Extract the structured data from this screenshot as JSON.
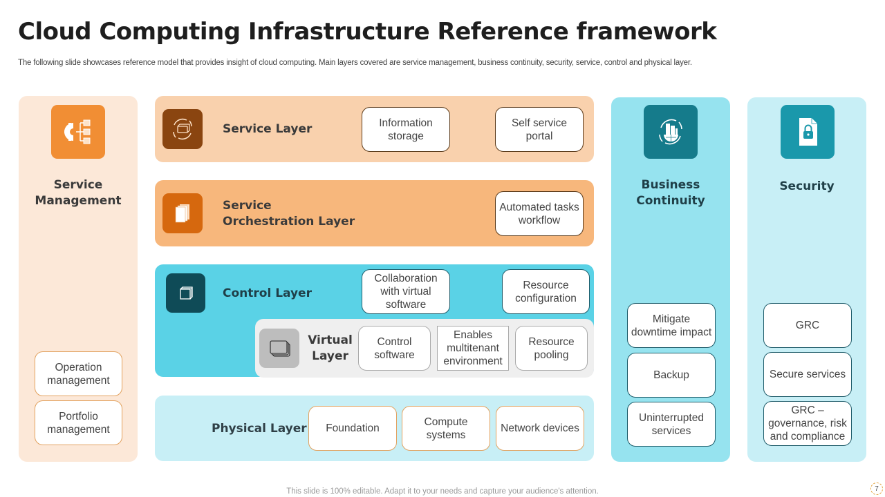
{
  "title": "Cloud Computing Infrastructure Reference framework",
  "subtitle": "The following slide showcases reference model that provides insight of cloud computing. Main layers covered are service management, business continuity, security, service, control and physical layer.",
  "service_management": {
    "heading_line1": "Service",
    "heading_line2": "Management",
    "icon": "gear-hierarchy-icon",
    "items": [
      "Operation management",
      "Portfolio management"
    ]
  },
  "service_layer": {
    "heading": "Service Layer",
    "icon": "cycle-box-icon",
    "items": [
      "Information storage",
      "Self service portal"
    ]
  },
  "orchestration_layer": {
    "heading_line1": "Service",
    "heading_line2": "Orchestration Layer",
    "icon": "documents-stack-icon",
    "items": [
      "Automated tasks workflow"
    ]
  },
  "control_layer": {
    "heading": "Control Layer",
    "icon": "layers-icon",
    "items": [
      "Collaboration with virtual software",
      "Resource configuration"
    ]
  },
  "virtual_layer": {
    "heading_line1": "Virtual",
    "heading_line2": "Layer",
    "icon": "stacked-cards-icon",
    "items": [
      "Control software",
      "Enables multitenant environment",
      "Resource pooling"
    ]
  },
  "physical_layer": {
    "heading": "Physical Layer",
    "items": [
      "Foundation",
      "Compute systems",
      "Network devices"
    ]
  },
  "business_continuity": {
    "heading_line1": "Business",
    "heading_line2": "Continuity",
    "icon": "building-cycle-icon",
    "items": [
      "Mitigate downtime impact",
      "Backup",
      "Uninterrupted services"
    ]
  },
  "security": {
    "heading": "Security",
    "icon": "document-lock-icon",
    "items": [
      "GRC",
      "Secure services",
      "GRC – governance, risk and compliance"
    ]
  },
  "footer": "This slide is 100% editable. Adapt it to your needs and capture your audience's attention.",
  "page_number": "7",
  "colors": {
    "orange": "#f18e34",
    "peach_light": "#fce8d8",
    "peach": "#f9d1ad",
    "peach_dark": "#f7b77c",
    "brown": "#8a4510",
    "orange_dark": "#d6680e",
    "cyan": "#5ad2e6",
    "teal_dark": "#0f4b57",
    "cyan_light": "#c8eff6",
    "cyan_mid": "#96e3ef",
    "teal": "#157b8b"
  }
}
